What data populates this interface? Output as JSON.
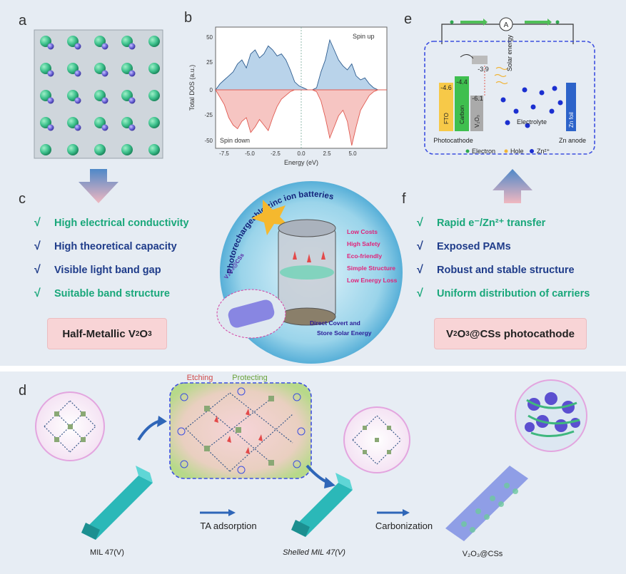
{
  "panels": {
    "a": "a",
    "b": "b",
    "c": "c",
    "d": "d",
    "e": "e",
    "f": "f"
  },
  "dos": {
    "ylabel": "Total DOS (a.u.)",
    "xlabel": "Energy (eV)",
    "spin_up": "Spin up",
    "spin_down": "Spin down",
    "yticks": [
      "50",
      "25",
      "0",
      "-25",
      "-50"
    ],
    "xticks": [
      "-7.5",
      "-5.0",
      "-2.5",
      "0.0",
      "2.5",
      "5.0"
    ]
  },
  "panel_c": {
    "items": [
      {
        "check": "√",
        "text": "High electrical conductivity",
        "color": "green"
      },
      {
        "check": "√",
        "text": "High theoretical capacity",
        "color": "blue"
      },
      {
        "check": "√",
        "text": "Visible light band gap",
        "color": "blue"
      },
      {
        "check": "√",
        "text": "Suitable band structure",
        "color": "green"
      }
    ],
    "box_main": "Half-Metallic V",
    "box_sub1": "2",
    "box_mid": "O",
    "box_sub2": "3"
  },
  "panel_f": {
    "items": [
      {
        "check": "√",
        "text": "Rapid e⁻/Zn²⁺ transfer",
        "color": "green"
      },
      {
        "check": "√",
        "text": "Exposed PAMs",
        "color": "blue"
      },
      {
        "check": "√",
        "text": "Robust and stable structure",
        "color": "blue"
      },
      {
        "check": "√",
        "text": "Uniform distribution of carriers",
        "color": "green"
      }
    ],
    "box_a": "V",
    "box_s1": "2",
    "box_b": "O",
    "box_s2": "3",
    "box_c": "@CSs photocathode"
  },
  "center_circle": {
    "arc_title": "Photorechargeable zinc ion batteries",
    "benefits": [
      "Low Costs",
      "High Safety",
      "Eco-friendly",
      "Simple Structure",
      "Low Energy Loss"
    ],
    "bottom_line1": "Direct Covert and",
    "bottom_line2": "Store Solar Energy",
    "v2o3_label": "V₂O₃@CSs"
  },
  "panel_e": {
    "meter": "A",
    "levels": [
      "-4.6",
      "-4.4",
      "-3.9",
      "-6.1"
    ],
    "layers": [
      "FTO",
      "Carbon",
      "V₂O₃"
    ],
    "solar": "Solar energy",
    "electrolyte": "Electrolyte",
    "zn_foil": "Zn foil",
    "photocathode": "Photocathode",
    "zn_anode": "Zn anode",
    "legend": [
      "Electron",
      "Hole",
      "Zn²⁺"
    ]
  },
  "panel_d": {
    "etching": "Etching",
    "protecting": "Protecting",
    "ta_adsorption": "TA adsorption",
    "carbonization": "Carbonization",
    "mil47": "MIL 47(V)",
    "shelled": "Shelled MIL 47(V)",
    "product": "V₂O₃@CSs"
  },
  "colors": {
    "green_text": "#19a77a",
    "blue_text": "#1f3c8a",
    "spin_up_fill": "#b9d3ea",
    "spin_down_fill": "#f6c5c2",
    "crystal_green": "#3fc28e",
    "crystal_purple": "#6e66d8",
    "dash_blue": "#3c4fe0",
    "box_pink": "#f8d4d6"
  }
}
